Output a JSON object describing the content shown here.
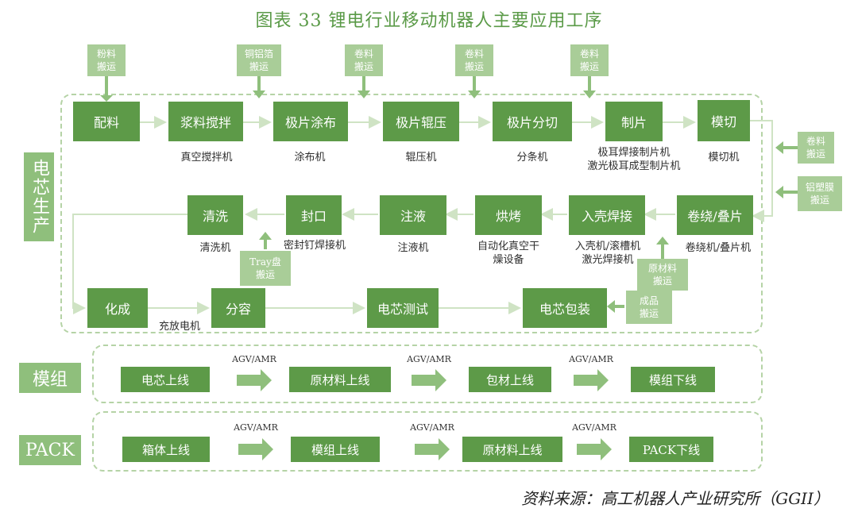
{
  "title": "图表 33 锂电行业移动机器人主要应用工序",
  "cell": {
    "label": "电芯生产",
    "steps": [
      "配料",
      "浆料搅拌",
      "极片涂布",
      "极片辊压",
      "极片分切",
      "制片",
      "模切",
      "卷绕/叠片",
      "入壳焊接",
      "烘烤",
      "注液",
      "封口",
      "清洗",
      "化成",
      "分容",
      "电芯测试",
      "电芯包装"
    ],
    "equipment": [
      "真空搅拌机",
      "涂布机",
      "辊压机",
      "分条机",
      "极耳焊接制片机\n激光极耳成型制片机",
      "模切机",
      "卷绕机/叠片机",
      "入壳机/滚槽机\n激光焊接机",
      "自动化真空干\n燥设备",
      "注液机",
      "密封钉焊接机",
      "清洗机",
      "充放电机"
    ],
    "handling": [
      "粉料\n搬运",
      "铜铝箔\n搬运",
      "卷料\n搬运",
      "卷料\n搬运",
      "卷料\n搬运",
      "卷料\n搬运",
      "铝塑膜\n搬运",
      "原材料\n搬运",
      "Tray盘\n搬运",
      "成品\n搬运"
    ]
  },
  "module": {
    "label": "模组",
    "steps": [
      "电芯上线",
      "原材料上线",
      "包材上线",
      "模组下线"
    ],
    "agv": [
      "AGV/AMR",
      "AGV/AMR",
      "AGV/AMR"
    ]
  },
  "pack": {
    "label": "PACK",
    "steps": [
      "箱体上线",
      "模组上线",
      "原材料上线",
      "PACK下线"
    ],
    "agv": [
      "AGV/AMR",
      "AGV/AMR",
      "AGV/AMR"
    ]
  },
  "source": "资料来源：高工机器人产业研究所（GGII）"
}
